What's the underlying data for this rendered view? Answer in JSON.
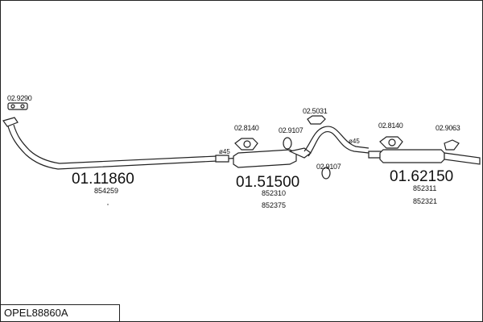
{
  "diagram": {
    "code": "OPEL88860A",
    "sections": [
      {
        "number": "01.11860",
        "refs": [
          "854259"
        ]
      },
      {
        "number": "01.51500",
        "refs": [
          "852310",
          "852375"
        ]
      },
      {
        "number": "01.62150",
        "refs": [
          "852311",
          "852321"
        ]
      }
    ],
    "small_parts": [
      "02.9290",
      "02.8140",
      "02.9107",
      "02.5031",
      "02.9107",
      "02.8140",
      "02.9063"
    ],
    "diameter_labels": [
      "ø45",
      "ø45"
    ]
  }
}
